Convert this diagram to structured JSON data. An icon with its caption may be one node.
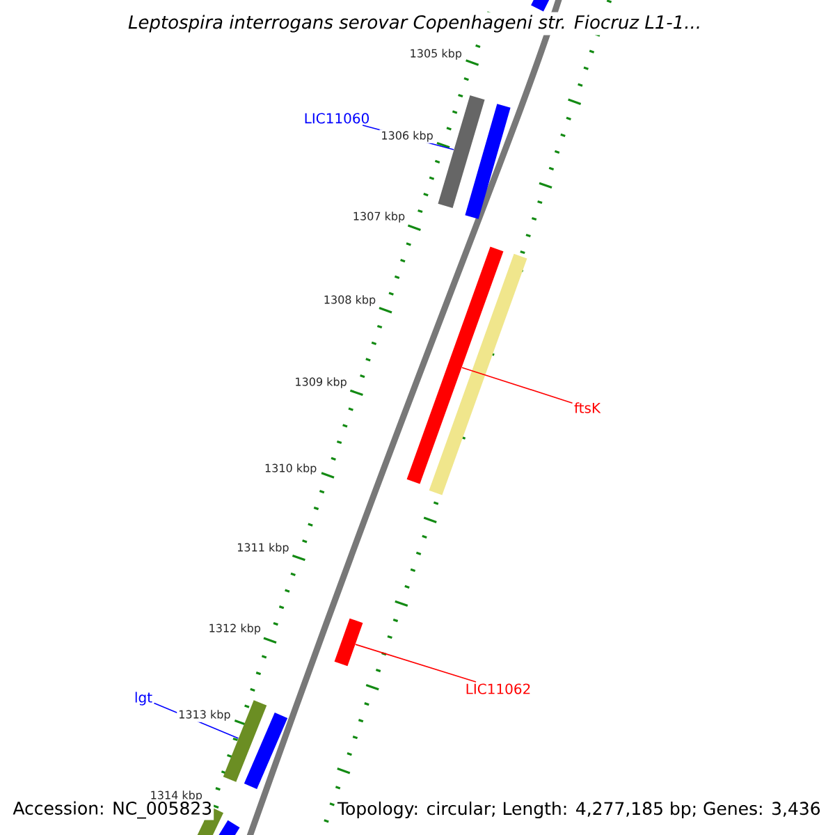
{
  "diagram": {
    "title": "*Leptospira interrogans* serovar Copenhageni str. Fiocruz L1-1...",
    "nodes": [
      {
        "text": [
          "LIC11060"
        ]
      },
      {
        "text": [],
        "shape": "bar"
      },
      {
        "text": [
          "ftsK"
        ]
      },
      {
        "text": [],
        "shape": "bar"
      },
      {
        "text": [
          "LIC11062"
        ]
      },
      {
        "text": [],
        "shape": "bar"
      },
      {
        "text": [
          "lgt"
        ]
      },
      {
        "text": [],
        "shape": "bar"
      }
    ],
    "edges": [
      {
        "from": 0,
        "to": 1,
        "arrow": "none",
        "color": "#0000ff"
      },
      {
        "from": 2,
        "to": 3,
        "arrow": "none",
        "color": "#ff0000"
      },
      {
        "from": 4,
        "to": 5,
        "arrow": "none",
        "color": "#ff0000"
      },
      {
        "from": 6,
        "to": 7,
        "arrow": "none",
        "color": "#0000ff"
      }
    ],
    "labels": [
      "1305 kbp",
      "1306 kbp",
      "1307 kbp",
      "1308 kbp",
      "1309 kbp",
      "1310 kbp",
      "1311 kbp",
      "1312 kbp",
      "1313 kbp",
      "1314 kbp",
      "Accession: NC_005823",
      "Topology: circular; Length: 4,277,185 bp; Genes: 3,436"
    ]
  }
}
